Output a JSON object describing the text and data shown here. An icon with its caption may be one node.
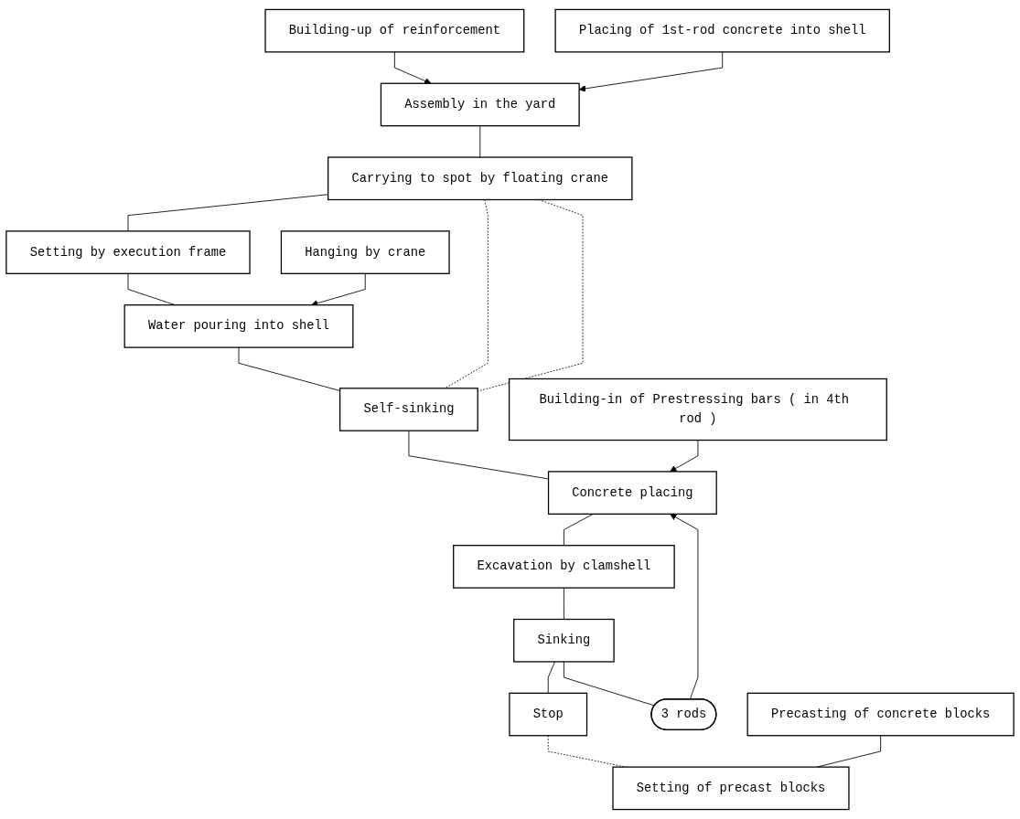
{
  "diagram": {
    "nodes": [
      {
        "text": [
          "Building-up of reinforcement"
        ]
      },
      {
        "text": [
          "Assembly in the yard"
        ]
      },
      {
        "text": [
          "Placing of 1st-rod concrete into shell"
        ]
      },
      {
        "text": [
          "Carrying to spot by floating crane"
        ]
      },
      {
        "text": [
          "Setting by execution frame"
        ]
      },
      {
        "text": [
          "Water pouring into shell"
        ]
      },
      {
        "text": [
          "Hanging by crane"
        ]
      },
      {
        "text": [
          "Self-sinking"
        ]
      },
      {
        "text": [
          "Building-in of Prestressing bars ( in 4th rod )"
        ]
      },
      {
        "text": [
          "Concrete placing"
        ]
      },
      {
        "text": [
          "Excavation by clamshell"
        ]
      },
      {
        "text": [
          "Sinking"
        ]
      },
      {
        "text": [
          "3 rods"
        ]
      },
      {
        "text": [
          "Stop"
        ]
      },
      {
        "text": [
          "Setting of precast blocks"
        ]
      },
      {
        "text": [
          "Precasting of concrete blocks"
        ]
      }
    ],
    "edges": [
      {
        "from": 0,
        "to": 1,
        "arrow": "to"
      },
      {
        "from": 2,
        "to": 1,
        "arrow": "to"
      },
      {
        "from": 1,
        "to": 3,
        "arrow": "none"
      },
      {
        "from": 3,
        "to": 4,
        "arrow": "none"
      },
      {
        "from": 4,
        "to": 5,
        "arrow": "none"
      },
      {
        "from": 6,
        "to": 5,
        "arrow": "to"
      },
      {
        "from": 5,
        "to": 7,
        "arrow": "none"
      },
      {
        "from": 3,
        "to": 7,
        "arrow": "none",
        "style": "dashed"
      },
      {
        "from": 3,
        "to": 7,
        "arrow": "none",
        "style": "dashed"
      },
      {
        "from": 7,
        "to": 9,
        "arrow": "none"
      },
      {
        "from": 8,
        "to": 9,
        "arrow": "to"
      },
      {
        "from": 9,
        "to": 10,
        "arrow": "none"
      },
      {
        "from": 10,
        "to": 11,
        "arrow": "none"
      },
      {
        "from": 11,
        "to": 12,
        "arrow": "none"
      },
      {
        "from": 12,
        "to": 9,
        "arrow": "to"
      },
      {
        "from": 11,
        "to": 13,
        "arrow": "none"
      },
      {
        "from": 13,
        "to": 14,
        "arrow": "none",
        "style": "dashed"
      },
      {
        "from": 15,
        "to": 14,
        "arrow": "none"
      }
    ]
  }
}
